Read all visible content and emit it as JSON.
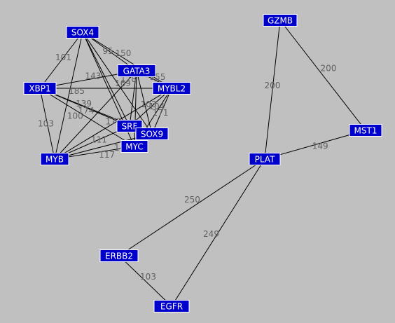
{
  "colors": {
    "background": "#c0c0c0",
    "node_fill": "#0000cc",
    "node_text": "#ffffff",
    "edge": "#000000",
    "edge_label": "#606060"
  },
  "nodes": [
    {
      "id": "SOX4",
      "label": "SOX4"
    },
    {
      "id": "GATA3",
      "label": "GATA3"
    },
    {
      "id": "XBP1",
      "label": "XBP1"
    },
    {
      "id": "MYBL2",
      "label": "MYBL2"
    },
    {
      "id": "SRF",
      "label": "SRF"
    },
    {
      "id": "SOX9",
      "label": "SOX9"
    },
    {
      "id": "MYC",
      "label": "MYC"
    },
    {
      "id": "MYB",
      "label": "MYB"
    },
    {
      "id": "GZMB",
      "label": "GZMB"
    },
    {
      "id": "MST1",
      "label": "MST1"
    },
    {
      "id": "PLAT",
      "label": "PLAT"
    },
    {
      "id": "ERBB2",
      "label": "ERBB2"
    },
    {
      "id": "EGFR",
      "label": "EGFR"
    }
  ],
  "edges": [
    {
      "source": "SOX4",
      "target": "XBP1",
      "label": "101"
    },
    {
      "source": "SOX4",
      "target": "GATA3",
      "label": "95"
    },
    {
      "source": "SOX4",
      "target": "MYBL2",
      "label": "150"
    },
    {
      "source": "SOX4",
      "target": "SRF",
      "label": ""
    },
    {
      "source": "SOX4",
      "target": "SOX9",
      "label": ""
    },
    {
      "source": "SOX4",
      "target": "MYC",
      "label": ""
    },
    {
      "source": "SOX4",
      "target": "MYB",
      "label": ""
    },
    {
      "source": "XBP1",
      "target": "GATA3",
      "label": "143"
    },
    {
      "source": "XBP1",
      "target": "MYBL2",
      "label": "185"
    },
    {
      "source": "XBP1",
      "target": "SRF",
      "label": "139"
    },
    {
      "source": "XBP1",
      "target": "SOX9",
      "label": "174"
    },
    {
      "source": "XBP1",
      "target": "MYC",
      "label": "100"
    },
    {
      "source": "XBP1",
      "target": "MYB",
      "label": "103"
    },
    {
      "source": "GATA3",
      "target": "MYBL2",
      "label": "155"
    },
    {
      "source": "GATA3",
      "target": "SRF",
      "label": "178"
    },
    {
      "source": "GATA3",
      "target": "SOX9",
      "label": "169"
    },
    {
      "source": "GATA3",
      "target": "MYC",
      "label": ""
    },
    {
      "source": "GATA3",
      "target": "MYB",
      "label": ""
    },
    {
      "source": "MYBL2",
      "target": "SRF",
      "label": "103"
    },
    {
      "source": "MYBL2",
      "target": "SOX9",
      "label": "104"
    },
    {
      "source": "MYBL2",
      "target": "MYC",
      "label": "171"
    },
    {
      "source": "MYBL2",
      "target": "MYB",
      "label": "173"
    },
    {
      "source": "SRF",
      "target": "SOX9",
      "label": ""
    },
    {
      "source": "SRF",
      "target": "MYB",
      "label": "111"
    },
    {
      "source": "SOX9",
      "target": "MYB",
      "label": "144"
    },
    {
      "source": "MYC",
      "target": "MYB",
      "label": "117"
    },
    {
      "source": "GZMB",
      "target": "PLAT",
      "label": "200"
    },
    {
      "source": "GZMB",
      "target": "MST1",
      "label": "200"
    },
    {
      "source": "PLAT",
      "target": "MST1",
      "label": "149"
    },
    {
      "source": "PLAT",
      "target": "ERBB2",
      "label": "250"
    },
    {
      "source": "PLAT",
      "target": "EGFR",
      "label": "249"
    },
    {
      "source": "ERBB2",
      "target": "EGFR",
      "label": "103"
    }
  ]
}
